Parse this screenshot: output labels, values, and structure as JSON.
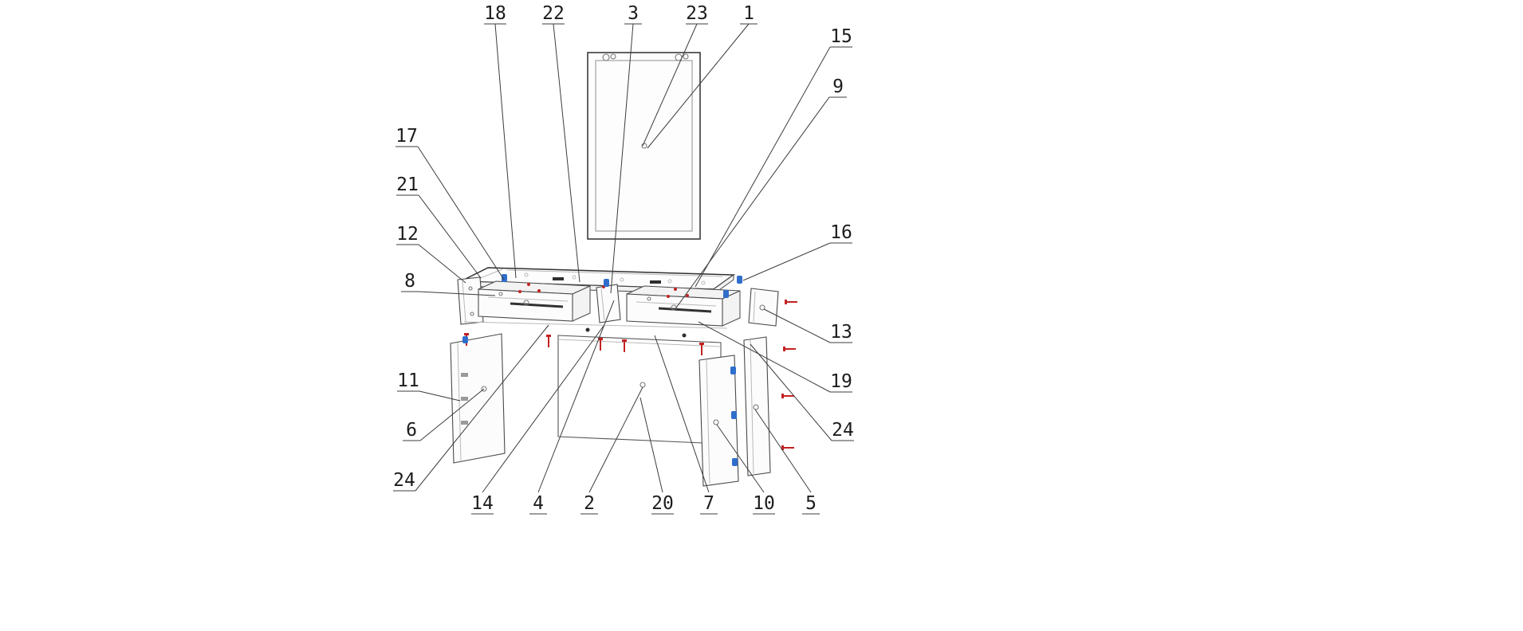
{
  "diagram": {
    "type": "exploded-furniture-assembly-drawing",
    "description": "Exploded view of a dressing table with mirror, two drawers, side panels and fasteners, annotated with numbered callouts",
    "colors": {
      "line": "#2e2e2e",
      "fastener_red": "#c32222",
      "fastener_blue": "#2f6ecb",
      "background": "#ffffff"
    },
    "callouts": [
      {
        "number": "18"
      },
      {
        "number": "22"
      },
      {
        "number": "3"
      },
      {
        "number": "23"
      },
      {
        "number": "1"
      },
      {
        "number": "15"
      },
      {
        "number": "9"
      },
      {
        "number": "17"
      },
      {
        "number": "21"
      },
      {
        "number": "12"
      },
      {
        "number": "8"
      },
      {
        "number": "16"
      },
      {
        "number": "13"
      },
      {
        "number": "19"
      },
      {
        "number": "24"
      },
      {
        "number": "11"
      },
      {
        "number": "6"
      },
      {
        "number": "24"
      },
      {
        "number": "14"
      },
      {
        "number": "4"
      },
      {
        "number": "2"
      },
      {
        "number": "20"
      },
      {
        "number": "7"
      },
      {
        "number": "10"
      },
      {
        "number": "5"
      }
    ]
  }
}
